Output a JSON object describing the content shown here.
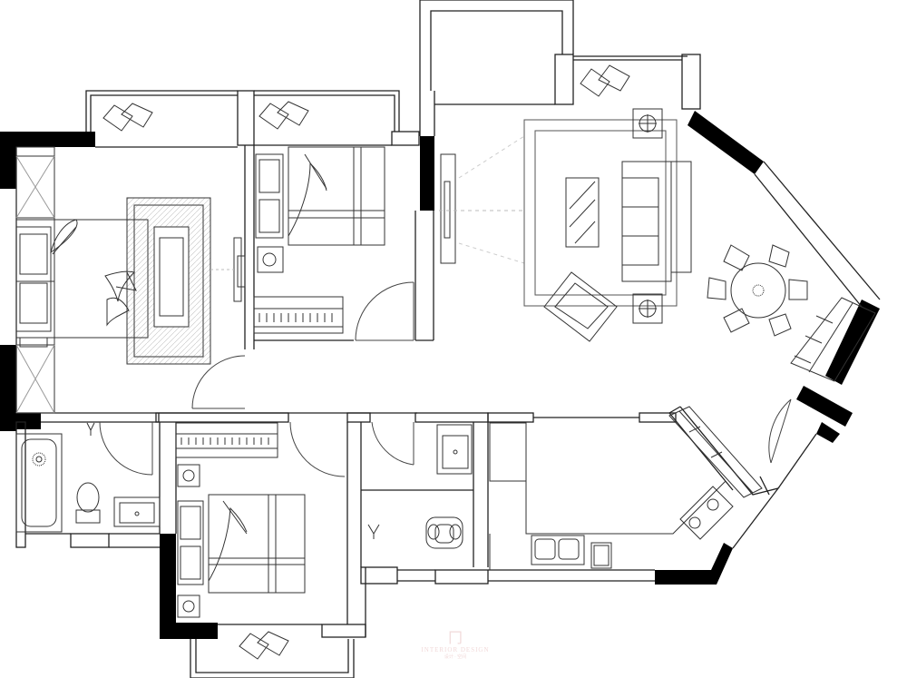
{
  "watermark": {
    "logo_glyph": "冂",
    "line1": "INTERIOR DESIGN",
    "line2": "设计 · 空间"
  },
  "colors": {
    "wall_solid": "#000000",
    "line": "#333333",
    "light_line": "#9a9a9a",
    "background": "#ffffff",
    "watermark": "#f1d9d9"
  },
  "icons": [
    "bed",
    "sofa",
    "dining-table",
    "bathtub",
    "toilet",
    "sink",
    "stove",
    "door-swing",
    "window",
    "cushion"
  ]
}
